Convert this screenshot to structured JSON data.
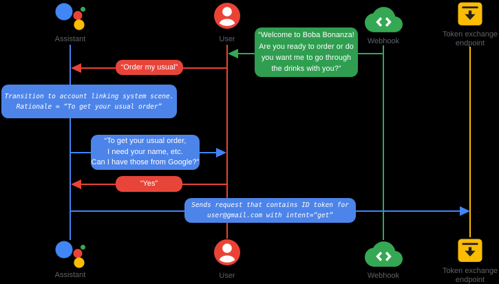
{
  "colors": {
    "blue": "#4285f4",
    "red": "#ea4335",
    "green": "#34a853",
    "yellow": "#fbbc04",
    "bubble_blue": "#4d84e9",
    "label_gray": "#5f6368",
    "background": "#000000"
  },
  "actors": [
    {
      "label": "Assistant",
      "icon": "google-assistant-icon",
      "color": "#4285f4"
    },
    {
      "label": "User",
      "icon": "user-account-icon",
      "color": "#ea4335"
    },
    {
      "label": "Webhook",
      "icon": "webhook-cloud-icon",
      "color": "#34a853"
    },
    {
      "label_lines": [
        "Token exchange",
        "endpoint"
      ],
      "icon": "token-exchange-endpoint-icon",
      "color": "#fbbc04"
    }
  ],
  "messages": {
    "welcome": {
      "from": "Webhook",
      "to": "User",
      "lines": [
        "“Welcome to Boba Bonanza!",
        "Are you ready to order or do",
        "you want me to go through",
        "the drinks with you?”"
      ]
    },
    "order_usual": {
      "from": "User",
      "to": "Assistant",
      "text": "“Order my usual”"
    },
    "transition_note": {
      "attached_to": "Assistant",
      "lines": [
        "Transition to account linking system scene.",
        "Rationale = “To get your usual order”"
      ]
    },
    "ask_permission": {
      "from": "Assistant",
      "to": "User",
      "lines": [
        "“To get your usual order,",
        "I need your name, etc.",
        "Can I have those from Google?”"
      ]
    },
    "yes": {
      "from": "User",
      "to": "Assistant",
      "text": "“Yes”"
    },
    "sends_request": {
      "from": "Assistant",
      "to": "Token exchange endpoint",
      "lines": [
        "Sends request that contains ID token for",
        "user@gmail.com with intent=“get”"
      ]
    }
  }
}
